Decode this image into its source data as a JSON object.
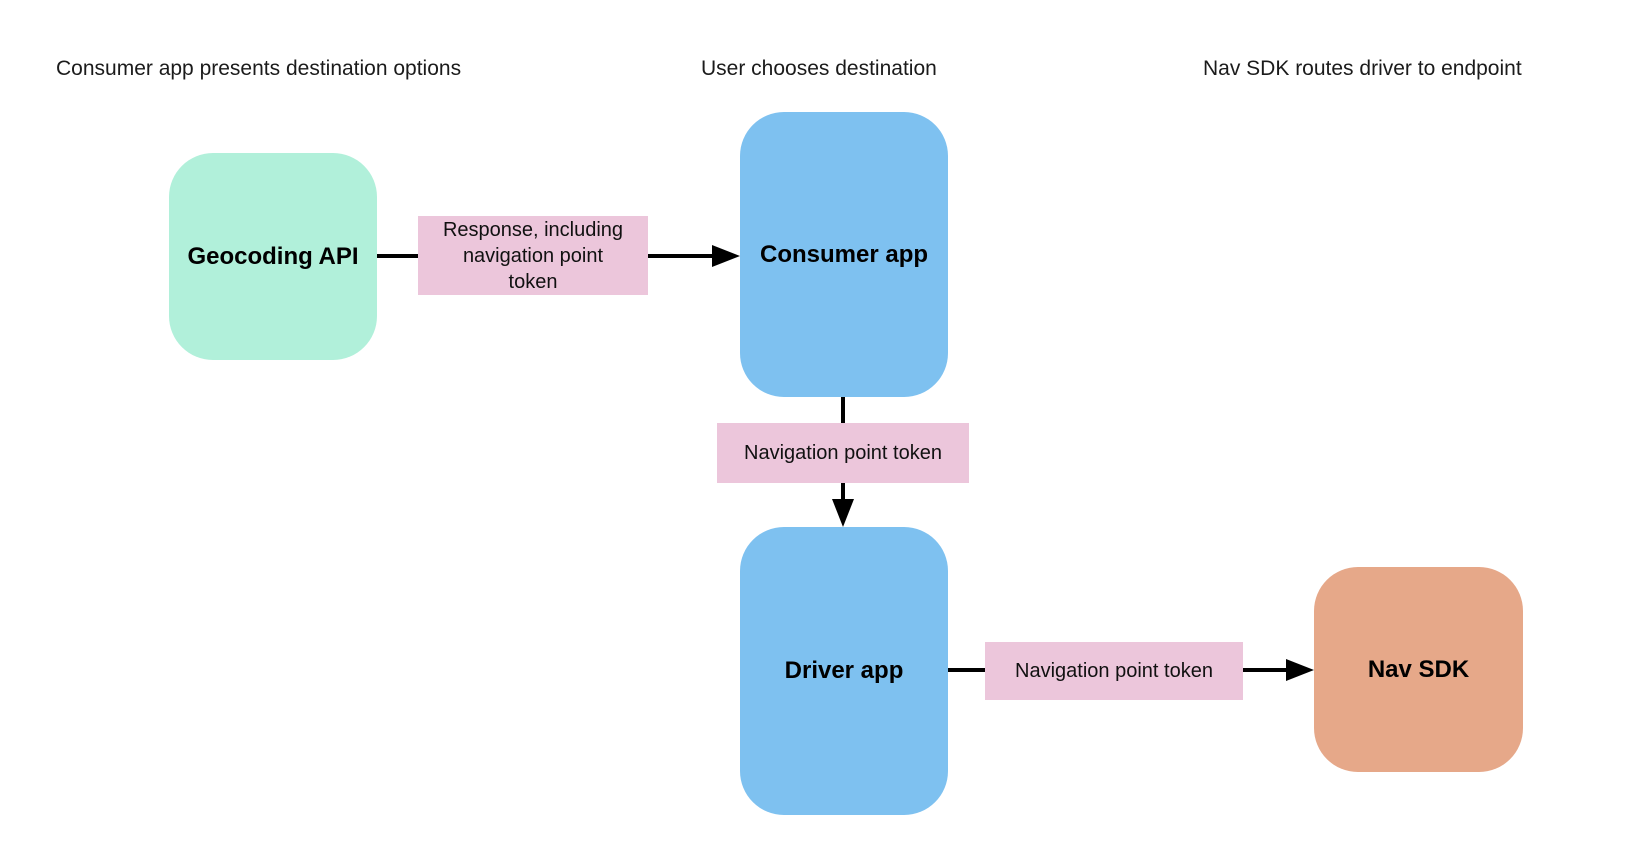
{
  "stages": [
    {
      "label": "Consumer app presents destination options"
    },
    {
      "label": "User chooses destination"
    },
    {
      "label": "Nav SDK routes driver to endpoint"
    }
  ],
  "nodes": {
    "geocoding_api": {
      "label": "Geocoding API",
      "color": "#b1f0da"
    },
    "consumer_app": {
      "label": "Consumer app",
      "color": "#7ec1f0"
    },
    "driver_app": {
      "label": "Driver app",
      "color": "#7ec1f0"
    },
    "nav_sdk": {
      "label": "Nav SDK",
      "color": "#e6a889"
    }
  },
  "edges": {
    "geocoding_to_consumer": {
      "from": "geocoding_api",
      "to": "consumer_app",
      "label": "Response, including navigation point token",
      "label_lines": [
        "Response, including",
        "navigation point",
        "token"
      ]
    },
    "consumer_to_driver": {
      "from": "consumer_app",
      "to": "driver_app",
      "label": "Navigation point token"
    },
    "driver_to_navsdk": {
      "from": "driver_app",
      "to": "nav_sdk",
      "label": "Navigation point token"
    }
  },
  "colors": {
    "background": "#ffffff",
    "edge_label_bg": "#ecc6db",
    "arrow": "#000000",
    "stage_text": "#1b1b1b",
    "node_text": "#000000"
  }
}
